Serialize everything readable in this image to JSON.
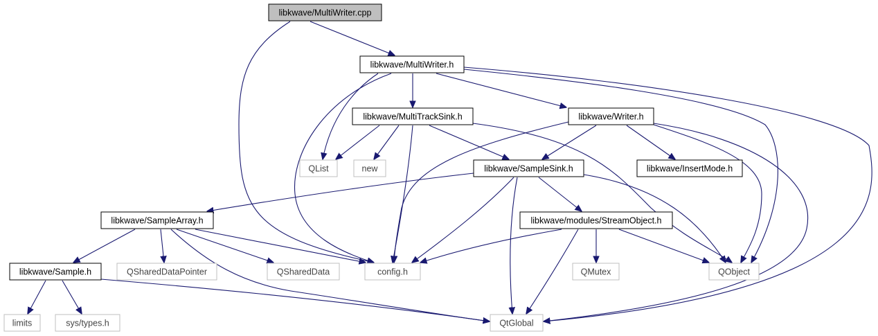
{
  "colors": {
    "edge": "#191970",
    "root_fill": "#bfbfbf",
    "node_border": "#000000",
    "external_border": "#bfbfbf",
    "background": "#ffffff"
  },
  "nodes": {
    "multiwriter_cpp": {
      "label": "libkwave/MultiWriter.cpp",
      "kind": "root"
    },
    "multiwriter_h": {
      "label": "libkwave/MultiWriter.h",
      "kind": "header"
    },
    "multitracksink_h": {
      "label": "libkwave/MultiTrackSink.h",
      "kind": "header"
    },
    "writer_h": {
      "label": "libkwave/Writer.h",
      "kind": "header"
    },
    "qlist": {
      "label": "QList",
      "kind": "external"
    },
    "new": {
      "label": "new",
      "kind": "external"
    },
    "samplesink_h": {
      "label": "libkwave/SampleSink.h",
      "kind": "header"
    },
    "insertmode_h": {
      "label": "libkwave/InsertMode.h",
      "kind": "header"
    },
    "samplearray_h": {
      "label": "libkwave/SampleArray.h",
      "kind": "header"
    },
    "streamobject_h": {
      "label": "libkwave/modules/StreamObject.h",
      "kind": "header"
    },
    "sample_h": {
      "label": "libkwave/Sample.h",
      "kind": "header"
    },
    "qshareddatapointer": {
      "label": "QSharedDataPointer",
      "kind": "external"
    },
    "qshareddata": {
      "label": "QSharedData",
      "kind": "external"
    },
    "config_h": {
      "label": "config.h",
      "kind": "external"
    },
    "qmutex": {
      "label": "QMutex",
      "kind": "external"
    },
    "qobject": {
      "label": "QObject",
      "kind": "external"
    },
    "limits": {
      "label": "limits",
      "kind": "external"
    },
    "sys_types_h": {
      "label": "sys/types.h",
      "kind": "external"
    },
    "qtglobal": {
      "label": "QtGlobal",
      "kind": "external"
    }
  },
  "edges": [
    [
      "multiwriter_cpp",
      "multiwriter_h"
    ],
    [
      "multiwriter_cpp",
      "config_h"
    ],
    [
      "multiwriter_h",
      "multitracksink_h"
    ],
    [
      "multiwriter_h",
      "writer_h"
    ],
    [
      "multiwriter_h",
      "qlist"
    ],
    [
      "multiwriter_h",
      "config_h"
    ],
    [
      "multiwriter_h",
      "qobject"
    ],
    [
      "multiwriter_h",
      "qtglobal"
    ],
    [
      "multitracksink_h",
      "qlist"
    ],
    [
      "multitracksink_h",
      "new"
    ],
    [
      "multitracksink_h",
      "samplesink_h"
    ],
    [
      "multitracksink_h",
      "config_h"
    ],
    [
      "multitracksink_h",
      "qobject"
    ],
    [
      "writer_h",
      "samplesink_h"
    ],
    [
      "writer_h",
      "insertmode_h"
    ],
    [
      "writer_h",
      "config_h"
    ],
    [
      "writer_h",
      "qobject"
    ],
    [
      "writer_h",
      "qtglobal"
    ],
    [
      "samplesink_h",
      "samplearray_h"
    ],
    [
      "samplesink_h",
      "streamobject_h"
    ],
    [
      "samplesink_h",
      "config_h"
    ],
    [
      "samplesink_h",
      "qobject"
    ],
    [
      "samplesink_h",
      "qtglobal"
    ],
    [
      "samplearray_h",
      "sample_h"
    ],
    [
      "samplearray_h",
      "qshareddatapointer"
    ],
    [
      "samplearray_h",
      "qshareddata"
    ],
    [
      "samplearray_h",
      "config_h"
    ],
    [
      "samplearray_h",
      "qtglobal"
    ],
    [
      "streamobject_h",
      "config_h"
    ],
    [
      "streamobject_h",
      "qmutex"
    ],
    [
      "streamobject_h",
      "qobject"
    ],
    [
      "streamobject_h",
      "qtglobal"
    ],
    [
      "sample_h",
      "limits"
    ],
    [
      "sample_h",
      "sys_types_h"
    ],
    [
      "sample_h",
      "qtglobal"
    ]
  ]
}
